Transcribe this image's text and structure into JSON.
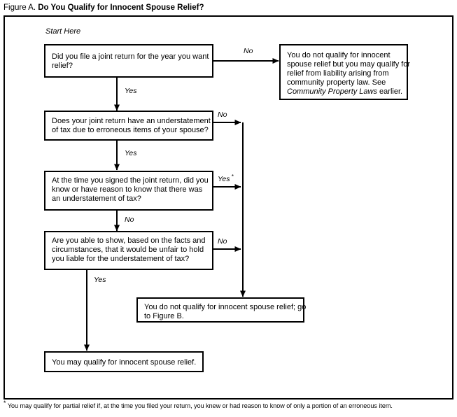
{
  "figure": {
    "label": "Figure A.",
    "title": "Do You Qualify for Innocent Spouse Relief?",
    "start_label": "Start Here",
    "footnote_marker": "*",
    "footnote": "You may qualify for partial relief if, at the time you filed your return, you knew or had reason to know of only a portion of an erroneous item."
  },
  "colors": {
    "background": "#ffffff",
    "stroke": "#000000",
    "text": "#000000"
  },
  "nodes": {
    "q1": {
      "id": "q1",
      "type": "decision",
      "lines": [
        "Did you file a joint return for the year you want",
        "relief?"
      ]
    },
    "q2": {
      "id": "q2",
      "type": "decision",
      "lines": [
        "Does your joint return have an understatement",
        "of tax due to erroneous items of your spouse?"
      ]
    },
    "q3": {
      "id": "q3",
      "type": "decision",
      "lines": [
        "At the time you signed the joint return, did you",
        "know or have reason to know that there was",
        "an understatement of tax?"
      ]
    },
    "q4": {
      "id": "q4",
      "type": "decision",
      "lines": [
        "Are you able to show, based on the facts and",
        "circumstances, that it would be unfair to hold",
        "you liable for the understatement of tax?"
      ]
    },
    "outcome_community": {
      "id": "outcome_community",
      "type": "outcome",
      "lines": [
        "You do not qualify for innocent",
        "spouse relief but you may qualify for",
        "relief from liability arising from",
        "community property law. See"
      ],
      "last_line_italic": "Community Property Laws",
      "last_line_tail": " earlier."
    },
    "outcome_figure_b": {
      "id": "outcome_figure_b",
      "type": "outcome",
      "lines": [
        "You do not qualify for innocent spouse relief; go",
        "to Figure B."
      ]
    },
    "outcome_qualify": {
      "id": "outcome_qualify",
      "type": "outcome",
      "lines": [
        "You may qualify for innocent spouse relief."
      ]
    }
  },
  "edges": {
    "q1_no": "No",
    "q1_yes": "Yes",
    "q2_no": "No",
    "q2_yes": "Yes",
    "q3_yes": "Yes",
    "q3_yes_star": "*",
    "q3_no": "No",
    "q4_no": "No",
    "q4_yes": "Yes"
  }
}
